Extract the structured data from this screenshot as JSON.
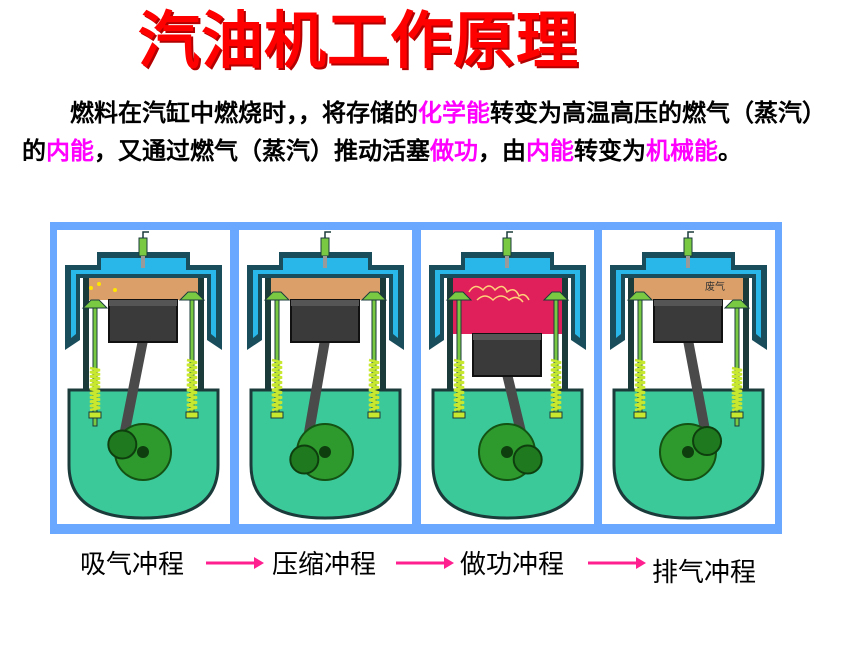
{
  "title": "汽油机工作原理",
  "paragraph": {
    "p1": "燃料在汽缸中燃烧时，，将存储的",
    "h1": "化学能",
    "p2": "转变为高温高压的燃气（蒸汽）的",
    "h2": "内能",
    "p3": "，又通过燃气（蒸汽）推动活塞",
    "h3": "做功",
    "p4": "，由",
    "h4": "内能",
    "p5": "转变为",
    "h5": "机械能",
    "p6": "。"
  },
  "strokes": [
    {
      "label": "吸气冲程",
      "piston": "top",
      "gas": "mixture",
      "intake_open": true,
      "exhaust_open": false
    },
    {
      "label": "压缩冲程",
      "piston": "top",
      "gas": "mixture",
      "intake_open": false,
      "exhaust_open": false
    },
    {
      "label": "做功冲程",
      "piston": "bottom",
      "gas": "burning",
      "intake_open": false,
      "exhaust_open": false
    },
    {
      "label": "排气冲程",
      "piston": "top",
      "gas": "exhaust",
      "intake_open": false,
      "exhaust_open": true
    }
  ],
  "exhaust_text": "废气",
  "colors": {
    "title": "#ff0000",
    "highlight": "#ff00ff",
    "frame": "#6aa7ff",
    "engine_body": "#3cc99a",
    "water_jacket": "#29b6e8",
    "valve": "#7ac943",
    "spring": "#c8e830",
    "burning_gas": "#e0205a",
    "mixture_gas": "#dba06a"
  },
  "icons": [
    "right-arrow-icon",
    "spark-plug-icon",
    "crankshaft-icon"
  ]
}
